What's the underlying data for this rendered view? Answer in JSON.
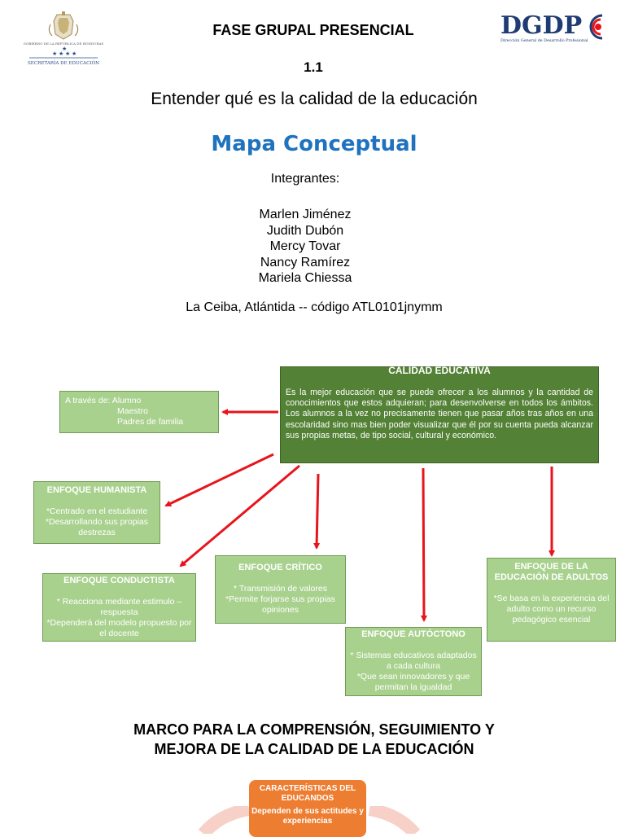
{
  "header": {
    "title": "FASE GRUPAL PRESENCIAL",
    "number": "1.1",
    "logo_left_caption": "SECRETARÍA DE EDUCACIÓN",
    "logo_left_small": "GOBIERNO DE LA REPÚBLICA DE HONDURAS",
    "logo_right_text": "DGDP",
    "logo_right_caption": "Dirección General de Desarrollo Profesional"
  },
  "subtitle": "Entender qué es la calidad de la educación",
  "doc_title": "Mapa Conceptual",
  "members": {
    "label": "Integrantes:",
    "names": [
      "Marlen Jiménez",
      "Judith Dubón",
      "Mercy Tovar",
      "Nancy Ramírez",
      "Mariela Chiessa"
    ]
  },
  "location": "La Ceiba, Atlántida --  código ATL0101jnymm",
  "concept_map": {
    "central": {
      "title": "CALIDAD EDUCATIVA",
      "body": "Es la mejor educación que se puede ofrecer a los alumnos y la cantidad de conocimientos que estos adquieran; para desenvolverse en todos los ámbitos. Los alumnos a la vez no precisamente tienen que pasar años tras años en una escolaridad sino mas bien poder visualizar que él por su cuenta pueda alcanzar sus propias metas, de tipo social, cultural y económico."
    },
    "via": {
      "prefix": "A través de:",
      "items": [
        "Alumno",
        "Maestro",
        "Padres de familia"
      ]
    },
    "humanista": {
      "title": "ENFOQUE HUMANISTA",
      "lines": [
        "*Centrado en el estudiante",
        "*Desarrollando sus propias destrezas"
      ]
    },
    "conductista": {
      "title": "ENFOQUE CONDUCTISTA",
      "lines": [
        "* Reacciona mediante estimulo – respuesta",
        "*Dependerá del modelo propuesto por el docente"
      ]
    },
    "critico": {
      "title": "ENFOQUE CRÍTICO",
      "lines": [
        "* Transmisión de valores",
        "*Permite forjarse sus propias opiniones"
      ]
    },
    "autoctono": {
      "title": "ENFOQUE AUTÓCTONO",
      "lines": [
        "* Sistemas educativos adaptados a cada cultura",
        "*Que sean innovadores y que permitan la igualdad"
      ]
    },
    "adultos": {
      "title": "ENFOQUE DE LA EDUCACIÓN DE ADULTOS",
      "lines": [
        "*Se basa en la experiencia del adulto como un recurso pedagógico esencial"
      ]
    }
  },
  "section2": {
    "title_line1": "MARCO PARA LA COMPRENSIÓN, SEGUIMIENTO Y",
    "title_line2": "MEJORA DE LA CALIDAD DE LA EDUCACIÓN",
    "card_title": "CARACTERÍSTICAS DEL EDUCANDOS",
    "card_desc": "Dependen de sus actitudes y experiencias"
  },
  "colors": {
    "title_blue": "#1e72be",
    "dark_green": "#538135",
    "light_green": "#a9d18e",
    "arrow_red": "#e8141c",
    "orange": "#ed7d31"
  }
}
